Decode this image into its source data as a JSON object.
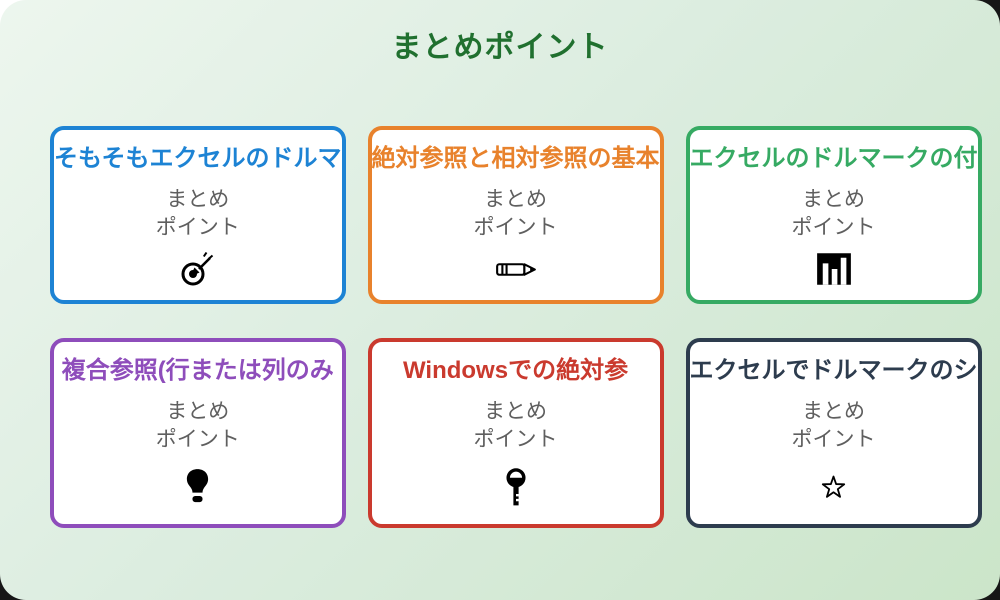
{
  "page": {
    "title": "まとめポイント"
  },
  "colors": {
    "heading": "#20702f",
    "panel_gradient_start": "#edf6ee",
    "panel_gradient_end": "#cbe5c9",
    "card_background": "#ffffff",
    "body_text": "#5f5f5f",
    "icon": "#000000"
  },
  "cards": [
    {
      "title": "そもそもエクセルのドルマ",
      "accent": "#1d83d4",
      "icon": "target-icon",
      "body_line1": "まとめ",
      "body_line2": "ポイント"
    },
    {
      "title": "絶対参照と相対参照の基本",
      "accent": "#e8822c",
      "icon": "pencil-icon",
      "body_line1": "まとめ",
      "body_line2": "ポイント"
    },
    {
      "title": "エクセルのドルマークの付",
      "accent": "#36aa63",
      "icon": "bar-chart-icon",
      "body_line1": "まとめ",
      "body_line2": "ポイント"
    },
    {
      "title": "複合参照(行または列のみ",
      "accent": "#8e4dbb",
      "icon": "lightbulb-icon",
      "body_line1": "まとめ",
      "body_line2": "ポイント"
    },
    {
      "title": "Windowsでの絶対参",
      "accent": "#ca3a2e",
      "icon": "key-icon",
      "body_line1": "まとめ",
      "body_line2": "ポイント"
    },
    {
      "title": "エクセルでドルマークのシ",
      "accent": "#2d3c4e",
      "icon": "star-icon",
      "body_line1": "まとめ",
      "body_line2": "ポイント"
    }
  ]
}
